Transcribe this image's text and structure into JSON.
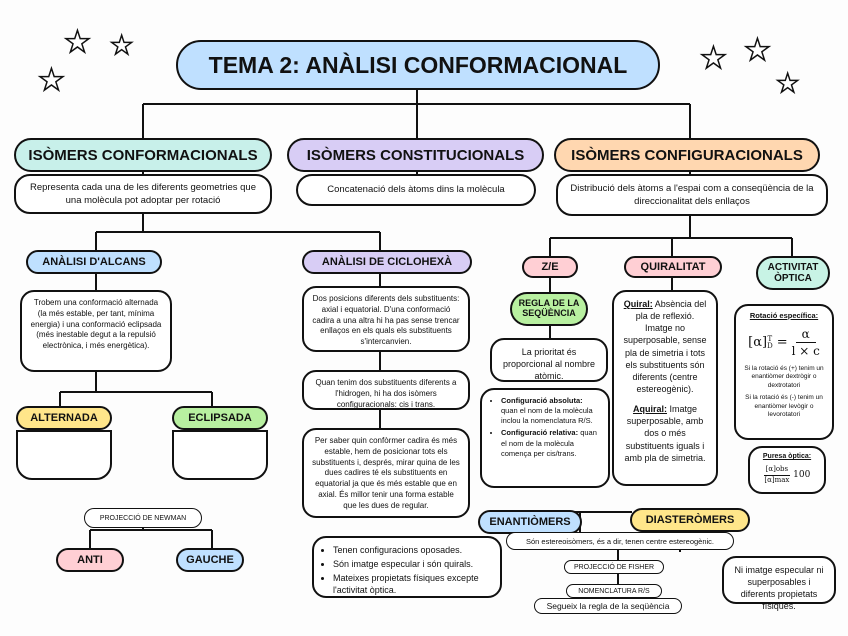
{
  "title": "TEMA 2: ANÀLISI CONFORMACIONAL",
  "branches": {
    "conformacionals": {
      "label": "ISÒMERS CONFORMACIONALS",
      "desc": "Representa cada una de les diferents geometries que una molècula pot adoptar per rotació"
    },
    "constitucionals": {
      "label": "ISÒMERS CONSTITUCIONALS",
      "desc": "Concatenació dels àtoms dins la molècula"
    },
    "configuracionals": {
      "label": "ISÒMERS CONFIGURACIONALS",
      "desc": "Distribució dels àtoms a l'espai com a conseqüència de la direccionalitat dels enllaços"
    }
  },
  "alcans": {
    "label": "ANÀLISI D'ALCANS",
    "text": "Trobem una conformació alternada (la més estable, per tant, mínima energia) i una conformació eclipsada (més inestable degut a la repulsió electrònica, i més energètica).",
    "alternada": "ALTERNADA",
    "eclipsada": "ECLIPSADA",
    "newman": "PROJECCIÓ DE NEWMAN",
    "anti": "ANTI",
    "gauche": "GAUCHE"
  },
  "ciclohexa": {
    "label": "ANÀLISI DE CICLOHEXÀ",
    "text1": "Dos posicions diferents dels substituents: axial i equatorial. D'una conformació cadira a una altra hi ha pas sense trencar enllaços en els quals els substituents s'intercanvien.",
    "text2": "Quan tenim dos substituents diferents a l'hidrogen, hi ha dos isòmers configuracionals: cis i trans.",
    "text3": "Per saber quin confòrmer cadira és més estable, hem de posicionar tots els substituents i, després, mirar quina de les dues cadires té els substituents en equatorial ja que és més estable que en axial. És millor tenir una forma estable que les dues de regular."
  },
  "ze": {
    "label": "Z/E",
    "regla": "REGLA DE LA SEQÜÈNCIA",
    "prioritat": "La prioritat és proporcional al nombre atòmic.",
    "abs_title": "Configuració absoluta:",
    "abs_text": "quan el nom de la molècula inclou la nomenclatura R/S.",
    "rel_title": "Configuració relativa:",
    "rel_text": "quan el nom de la molècula comença per cis/trans."
  },
  "quiralitat": {
    "label": "QUIRALITAT",
    "quiral_title": "Quiral:",
    "quiral_text": "Absència del pla de reflexió. Imatge no superposable, sense pla de simetria i tots els substituents són diferents (centre estereogènic).",
    "aquiral_title": "Aquiral:",
    "aquiral_text": "Imatge superposable, amb dos o més substituents iguals i amb pla de simetria."
  },
  "activitat": {
    "label": "ACTIVITAT ÒPTICA",
    "rot_title": "Rotació específica:",
    "formula_lhs": "[α]",
    "formula_sup": "T",
    "formula_sub": "D",
    "formula_num": "α",
    "formula_den": "l × c",
    "pos": "Si la rotació és (+) tenim un enantiòmer dextrògir o dextrotatori",
    "neg": "Si la rotació és (-) tenim un enantiòmer levògir o levorotatori",
    "pur_title": "Puresa òptica:",
    "pur_num": "[α]obs",
    "pur_den": "[α]max",
    "pur_factor": "100"
  },
  "enantiomers": {
    "label": "ENANTIÒMERS",
    "items": [
      "Tenen configuracions oposades.",
      "Són imatge especular i són quirals.",
      "Mateixes propietats físiques excepte l'activitat òptica."
    ],
    "fisher": "PROJECCIÓ DE FISHER",
    "nomenclatura": "NOMENCLATURA R/S",
    "sequencia": "Segueix la regla de la seqüència"
  },
  "diasteromers": {
    "label": "DIASTERÒMERS",
    "text": "Ni imatge especular ni superposables i diferents propietats físiques."
  },
  "estereo": "Són estereoisòmers, és a dir, tenen centre estereogènic."
}
